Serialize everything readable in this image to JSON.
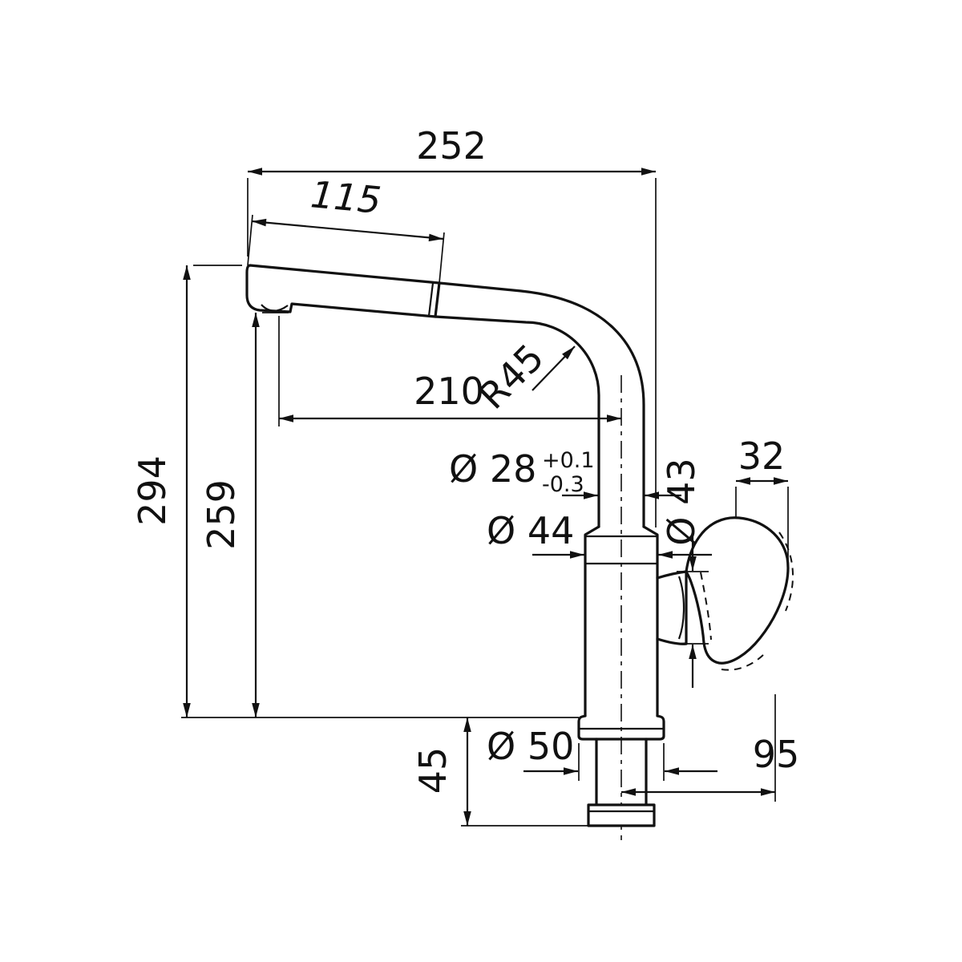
{
  "drawing": {
    "type": "technical-dimension-drawing",
    "subject": "pull-out kitchen faucet side view",
    "line_color": "#111111",
    "background_color": "#ffffff",
    "dimensions": {
      "overall_width": "252",
      "spray_head_length": "115",
      "spout_reach": "210",
      "bend_radius": "R45",
      "total_height": "294",
      "outlet_height": "259",
      "column_diameter": "Ø 28",
      "column_tolerance_plus": "+0.1",
      "column_tolerance_minus": "-0.3",
      "body_diameter": "Ø 44",
      "handle_hub_diameter": "Ø 43",
      "handle_offset_top": "32",
      "base_diameter": "Ø 50",
      "counter_depth": "45",
      "handle_offset_side": "95"
    }
  }
}
